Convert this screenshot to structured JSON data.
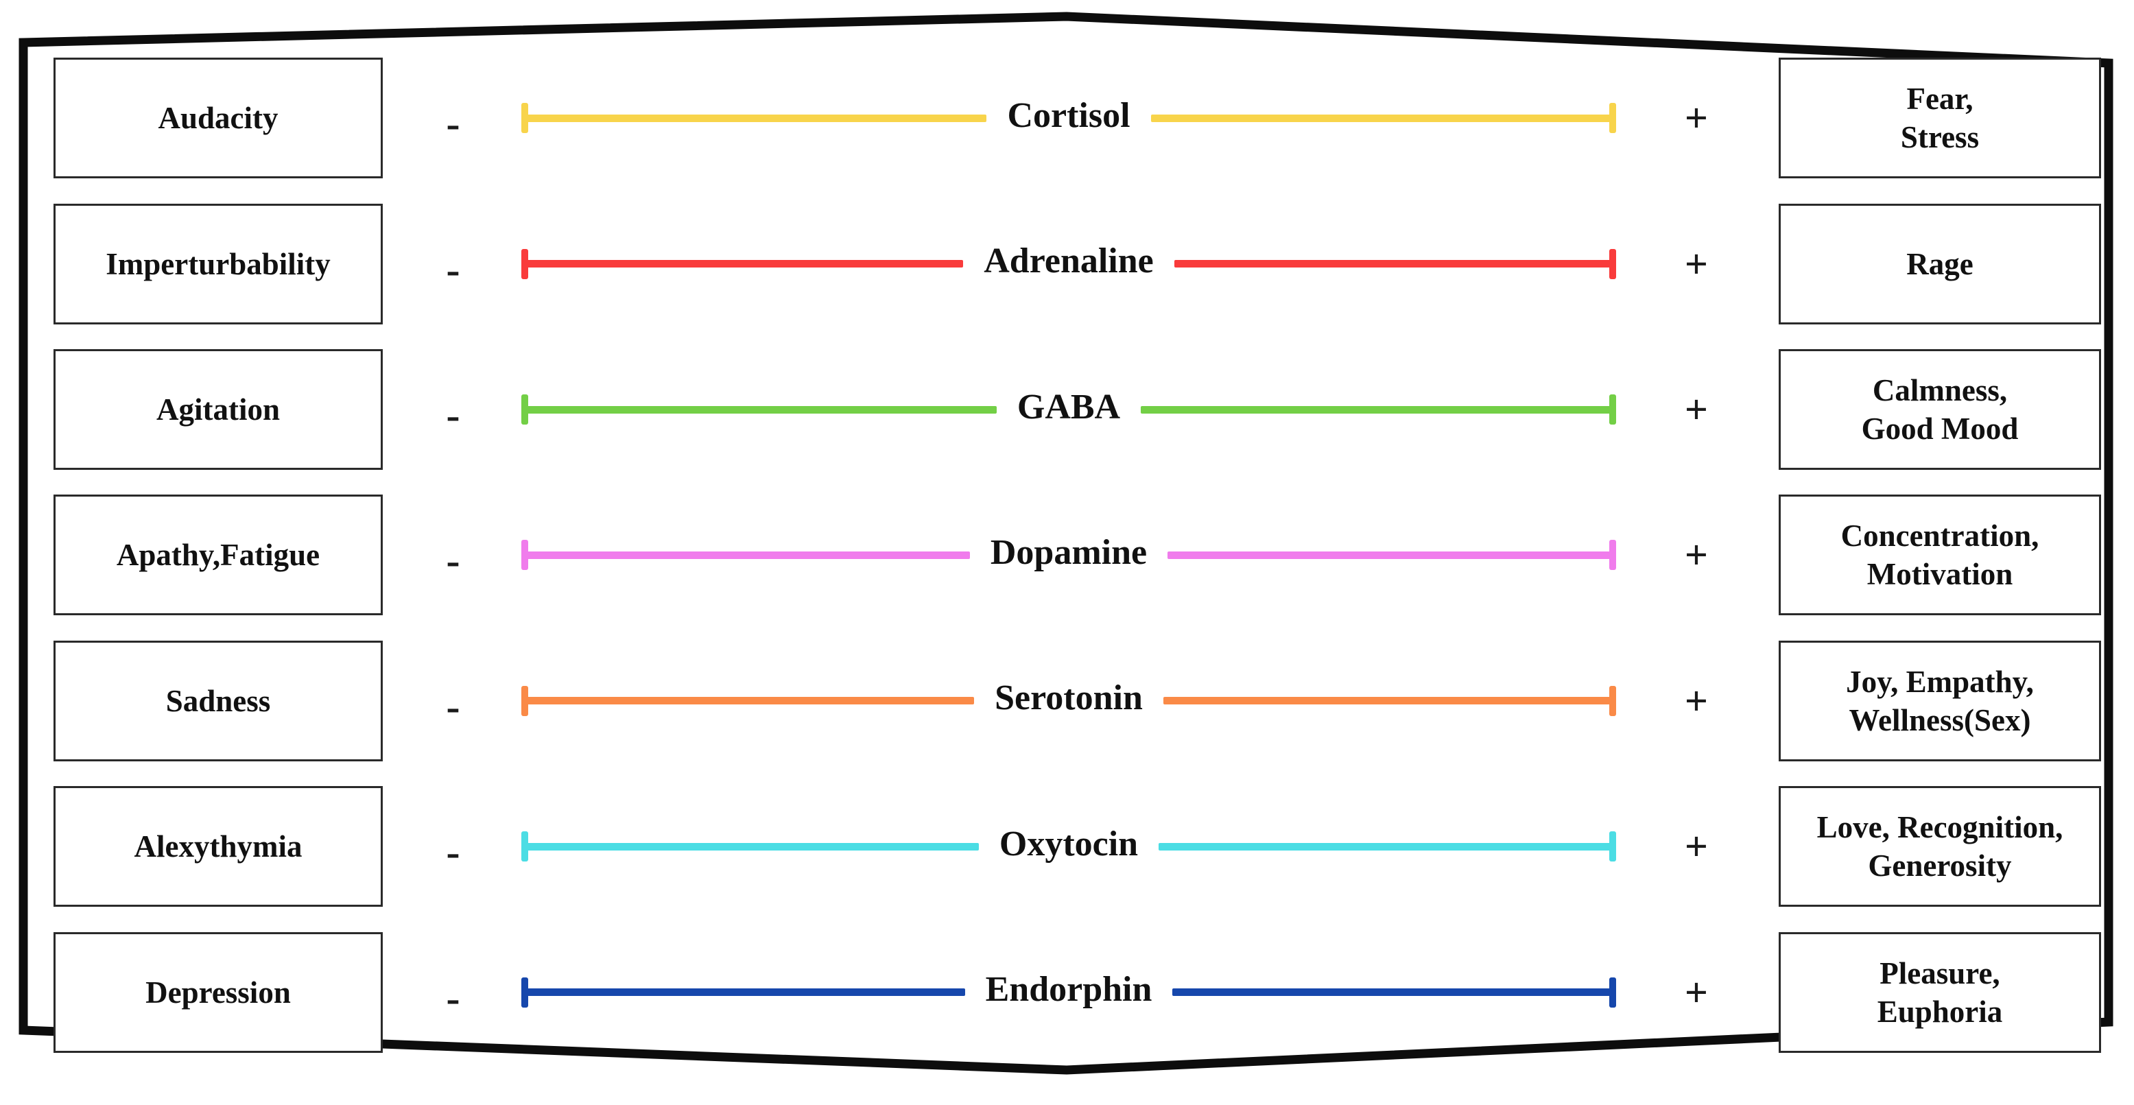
{
  "frame": {
    "border_color": "#0d0d0d",
    "box_border_color": "#2a2a2a",
    "background": "#ffffff"
  },
  "signs": {
    "minus": "-",
    "plus": "+"
  },
  "rows": [
    {
      "negative": "Audacity",
      "chemical": "Cortisol",
      "positive": "Fear,\nStress",
      "color": "#F8D44B"
    },
    {
      "negative": "Imperturbability",
      "chemical": "Adrenaline",
      "positive": "Rage",
      "color": "#F93B3B"
    },
    {
      "negative": "Agitation",
      "chemical": "GABA",
      "positive": "Calmness,\nGood Mood",
      "color": "#73CF46"
    },
    {
      "negative": "Apathy,Fatigue",
      "chemical": "Dopamine",
      "positive": "Concentration,\nMotivation",
      "color": "#F07CEC"
    },
    {
      "negative": "Sadness",
      "chemical": "Serotonin",
      "positive": "Joy, Empathy,\nWellness(Sex)",
      "color": "#FA8A47"
    },
    {
      "negative": "Alexythymia",
      "chemical": "Oxytocin",
      "positive": "Love, Recognition,\nGenerosity",
      "color": "#4BDDE4"
    },
    {
      "negative": "Depression",
      "chemical": "Endorphin",
      "positive": "Pleasure,\nEuphoria",
      "color": "#1647AC"
    }
  ]
}
